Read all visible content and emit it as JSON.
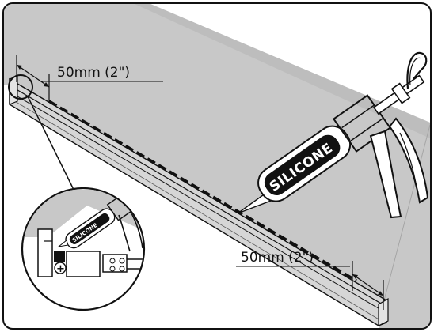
{
  "diagram": {
    "callout_top": "50mm (2\")",
    "callout_bottom": "50mm (2\")",
    "gun_label": "SILICONE",
    "inset_gun_label": "SILICONE",
    "inset_plus_symbol": "+"
  },
  "colors": {
    "panel": "#c9c9c9",
    "outline": "#111111",
    "frame": "#111111"
  },
  "icons": [
    "silicone-gun",
    "magnifier-inset",
    "plus-screw"
  ]
}
